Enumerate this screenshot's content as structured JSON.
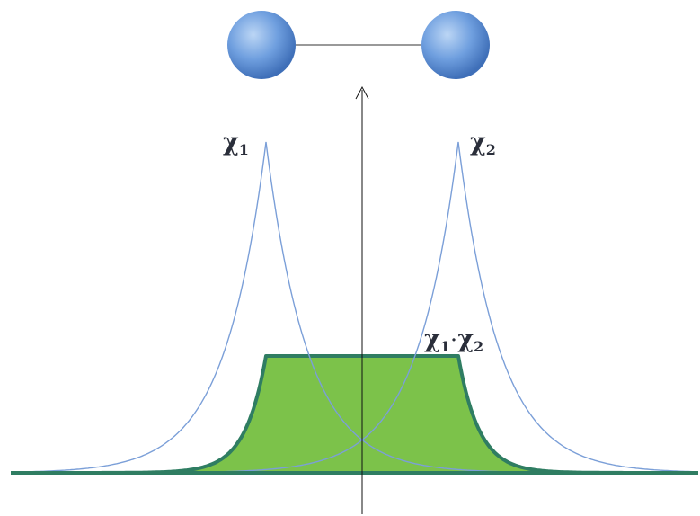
{
  "labels": {
    "chi1": {
      "symbol": "χ",
      "sub": "1"
    },
    "chi2": {
      "symbol": "χ",
      "sub": "2"
    },
    "product": {
      "symbol_a": "χ",
      "sub_a": "1",
      "dot": "·",
      "symbol_b": "χ",
      "sub_b": "2"
    }
  },
  "colors": {
    "orbital_curve": "#7b9fd8",
    "overlap_fill": "#7cc24a",
    "overlap_stroke": "#2f7d62",
    "axis": "#111111",
    "atom": "#5b8fd6"
  }
}
